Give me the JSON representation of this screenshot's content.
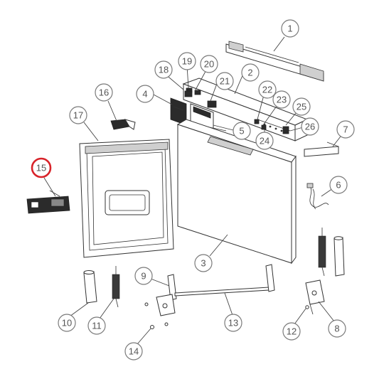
{
  "diagram": {
    "highlighted_callout": "15",
    "highlight_color": "#d8232a",
    "callouts": [
      {
        "id": "c1",
        "label": "1"
      },
      {
        "id": "c2",
        "label": "2"
      },
      {
        "id": "c3",
        "label": "3"
      },
      {
        "id": "c4",
        "label": "4"
      },
      {
        "id": "c5",
        "label": "5"
      },
      {
        "id": "c6",
        "label": "6"
      },
      {
        "id": "c7",
        "label": "7"
      },
      {
        "id": "c8",
        "label": "8"
      },
      {
        "id": "c9",
        "label": "9"
      },
      {
        "id": "c10",
        "label": "10"
      },
      {
        "id": "c11",
        "label": "11"
      },
      {
        "id": "c12",
        "label": "12"
      },
      {
        "id": "c13",
        "label": "13"
      },
      {
        "id": "c14",
        "label": "14"
      },
      {
        "id": "c15",
        "label": "15"
      },
      {
        "id": "c16",
        "label": "16"
      },
      {
        "id": "c17",
        "label": "17"
      },
      {
        "id": "c18",
        "label": "18"
      },
      {
        "id": "c19",
        "label": "19"
      },
      {
        "id": "c20",
        "label": "20"
      },
      {
        "id": "c21",
        "label": "21"
      },
      {
        "id": "c22",
        "label": "22"
      },
      {
        "id": "c23",
        "label": "23"
      },
      {
        "id": "c24",
        "label": "24"
      },
      {
        "id": "c25",
        "label": "25"
      },
      {
        "id": "c26",
        "label": "26"
      }
    ]
  }
}
